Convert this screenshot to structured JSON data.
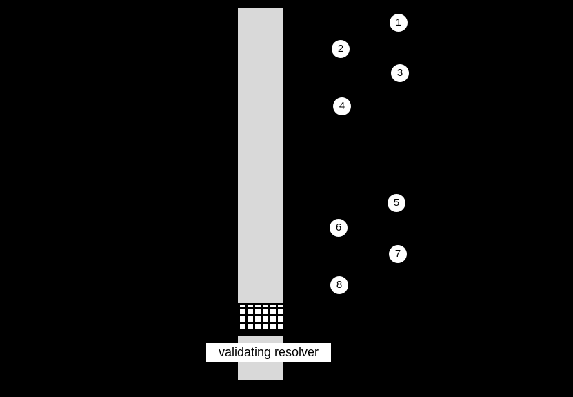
{
  "diagram": {
    "resolver_label": "validating resolver",
    "steps": [
      "1",
      "2",
      "3",
      "4",
      "5",
      "6",
      "7",
      "8"
    ],
    "colors": {
      "background": "#000000",
      "lifeline": "#d9d9d9",
      "hatch_square": "#ffffff",
      "marker_fill": "#ffffff",
      "marker_text": "#000000",
      "label_background": "#ffffff",
      "label_text": "#000000"
    }
  }
}
